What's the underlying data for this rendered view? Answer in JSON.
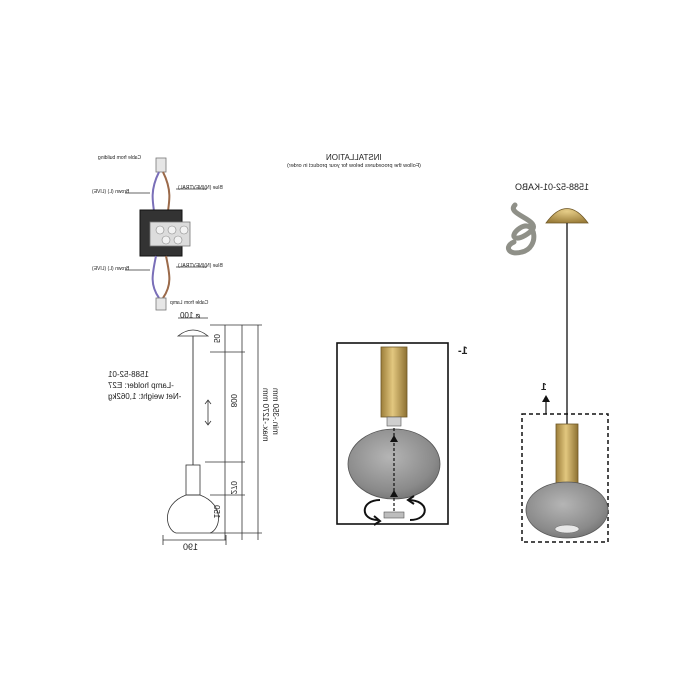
{
  "header": {
    "title": "INSTALLATION",
    "subtitle": "(Follow the procedures below for your product in order)"
  },
  "product": {
    "code": "1588-52-01-KABO"
  },
  "wiring": {
    "cable_building": "Cable from building",
    "cable_lamp": "Cable from Lamp",
    "blue_top": "Blue (N)(NEVTRAL)",
    "brown_top": "Brown (L) (LIVE)",
    "blue_bottom": "Blue (N)(NEVTRAL)",
    "brown_bottom": "Brown (L) (LIVE)"
  },
  "specs": {
    "model": "1588-52-01",
    "lamp_holder": "-Lamp holder: E27",
    "net_weight": "-Net weight: 1,062kg"
  },
  "dimensions": {
    "canopy_diameter": "⌀ 100",
    "canopy_height": "50",
    "cable_length": "800",
    "total_range": "min.-350 mm",
    "total_max": "max.-1270 mm",
    "lamp_height": "270",
    "globe_height": "150",
    "globe_width": "190"
  },
  "steps": {
    "step1": "1-",
    "step1_marker": "1"
  },
  "colors": {
    "brass": "#c8a85a",
    "glass": "#8c8c8c",
    "wire_blue": "#7a6fb8",
    "wire_brown": "#9b6a4a"
  }
}
